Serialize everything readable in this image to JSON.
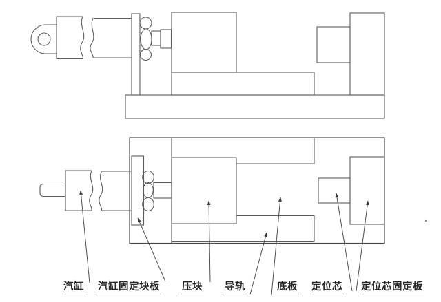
{
  "diagram": {
    "kind": "engineering-line-drawing",
    "background": "#ffffff",
    "line_color": "#5c5c5c",
    "label_color": "#262626"
  },
  "labels": [
    {
      "text": "汽缸"
    },
    {
      "text": "汽缸固定块板"
    },
    {
      "text": "压块"
    },
    {
      "text": "导轨"
    },
    {
      "text": "底板"
    },
    {
      "text": "定位芯"
    },
    {
      "text": "定位芯固定板"
    }
  ]
}
